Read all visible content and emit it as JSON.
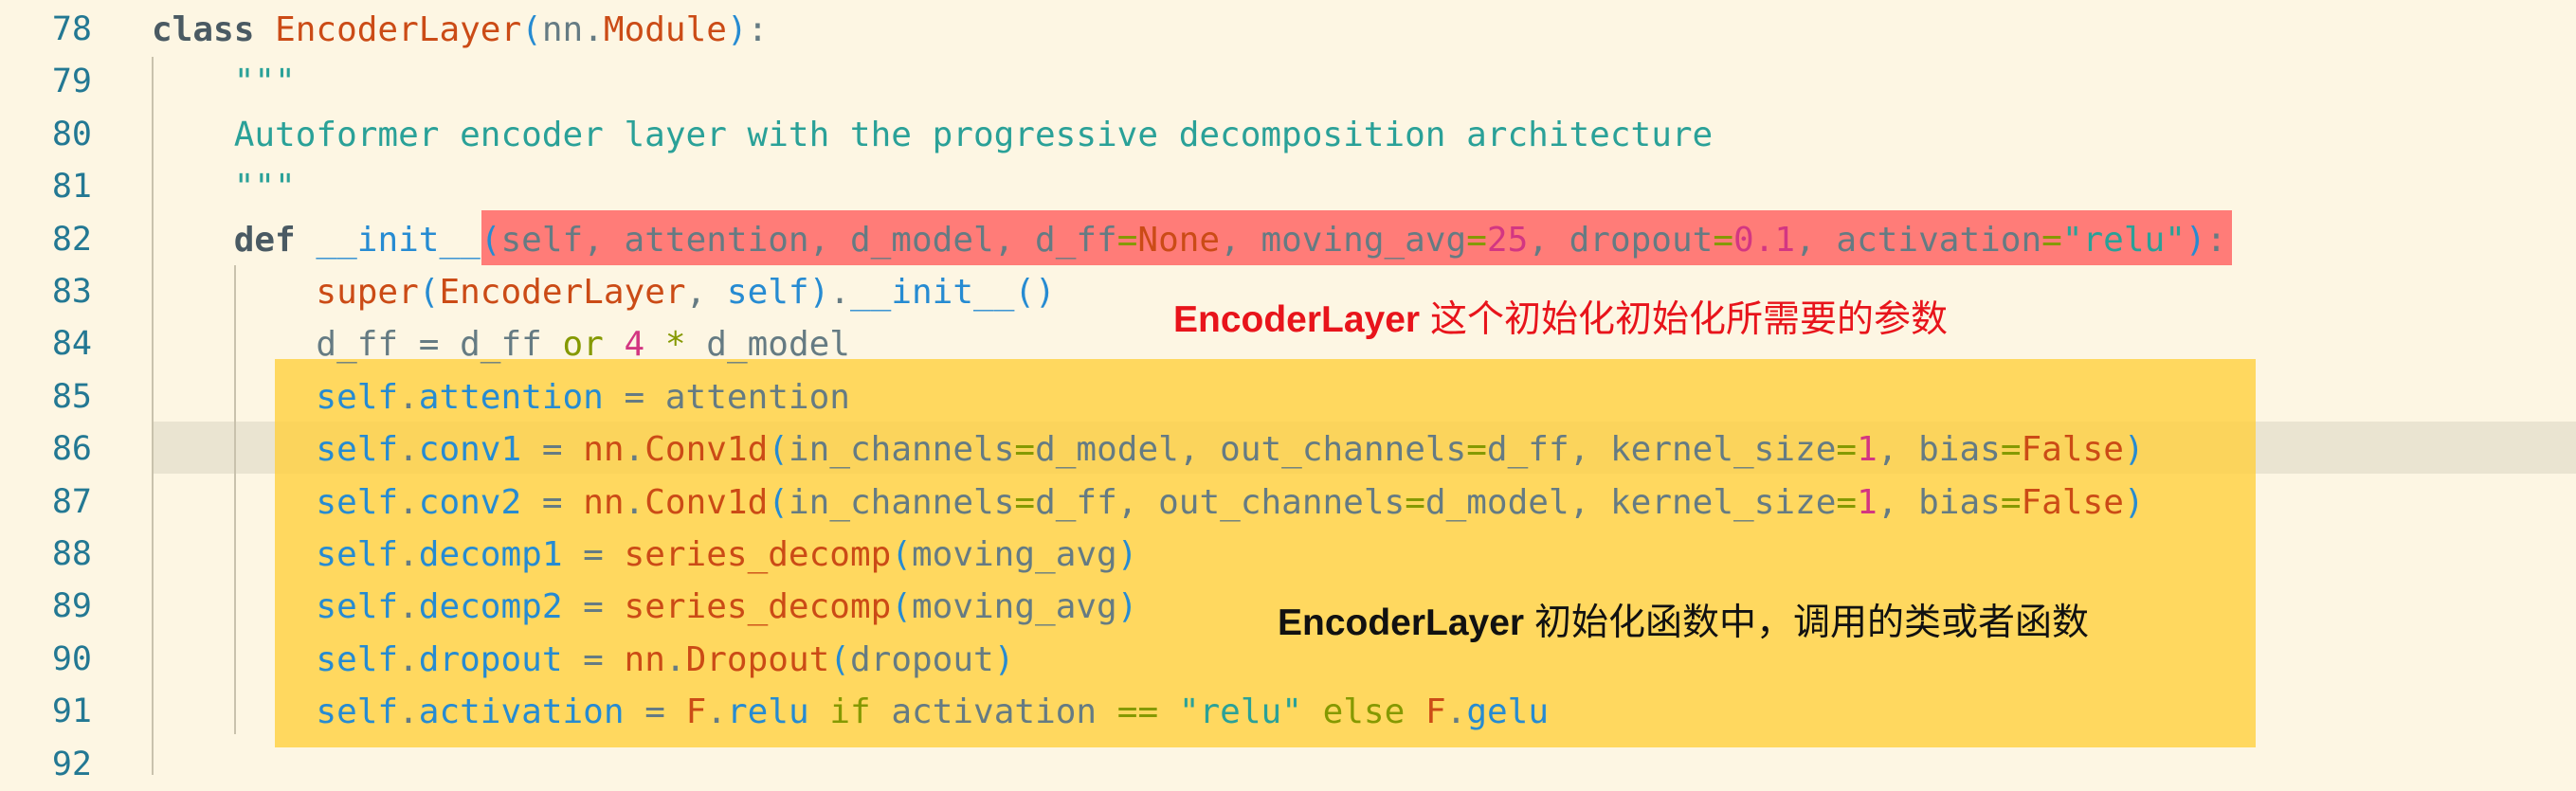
{
  "editor": {
    "line_numbers": [
      "78",
      "79",
      "80",
      "81",
      "82",
      "83",
      "84",
      "85",
      "86",
      "87",
      "88",
      "89",
      "90",
      "91",
      "92"
    ],
    "lines": [
      {
        "id": "78",
        "tokens": [
          {
            "t": "class",
            "c": "kw"
          },
          {
            "t": " "
          },
          {
            "t": "EncoderLayer",
            "c": "cls"
          },
          {
            "t": "(",
            "c": "paren"
          },
          {
            "t": "nn",
            "c": "var"
          },
          {
            "t": "."
          },
          {
            "t": "Module",
            "c": "cls"
          },
          {
            "t": ")",
            "c": "paren"
          },
          {
            "t": ":"
          }
        ]
      },
      {
        "id": "79",
        "tokens": [
          {
            "t": "    \"\"\"",
            "c": "doc"
          }
        ]
      },
      {
        "id": "80",
        "tokens": [
          {
            "t": "    Autoformer encoder layer with the progressive decomposition architecture",
            "c": "doc"
          }
        ]
      },
      {
        "id": "81",
        "tokens": [
          {
            "t": "    \"\"\"",
            "c": "doc"
          }
        ]
      },
      {
        "id": "82",
        "tokens": [
          {
            "t": "    "
          },
          {
            "t": "def",
            "c": "kw"
          },
          {
            "t": " "
          },
          {
            "t": "__init__",
            "c": "fn"
          },
          {
            "t": "(",
            "c": "paren"
          },
          {
            "t": "self, attention, d_model, d_ff",
            "c": "var"
          },
          {
            "t": "=",
            "c": "op"
          },
          {
            "t": "None",
            "c": "const"
          },
          {
            "t": ", moving_avg",
            "c": "var"
          },
          {
            "t": "=",
            "c": "op"
          },
          {
            "t": "25",
            "c": "num"
          },
          {
            "t": ", dropout",
            "c": "var"
          },
          {
            "t": "=",
            "c": "op"
          },
          {
            "t": "0.1",
            "c": "num"
          },
          {
            "t": ", activation",
            "c": "var"
          },
          {
            "t": "=",
            "c": "op"
          },
          {
            "t": "\"relu\"",
            "c": "str"
          },
          {
            "t": ")",
            "c": "paren"
          },
          {
            "t": ":"
          }
        ]
      },
      {
        "id": "83",
        "tokens": [
          {
            "t": "        "
          },
          {
            "t": "super",
            "c": "cls"
          },
          {
            "t": "(",
            "c": "paren"
          },
          {
            "t": "EncoderLayer",
            "c": "cls"
          },
          {
            "t": ", "
          },
          {
            "t": "self",
            "c": "slf"
          },
          {
            "t": ")",
            "c": "paren"
          },
          {
            "t": "."
          },
          {
            "t": "__init__",
            "c": "fn"
          },
          {
            "t": "()",
            "c": "paren"
          }
        ]
      },
      {
        "id": "84",
        "tokens": [
          {
            "t": "        d_ff = d_ff ",
            "c": "var"
          },
          {
            "t": "or",
            "c": "kw2"
          },
          {
            "t": " "
          },
          {
            "t": "4",
            "c": "num"
          },
          {
            "t": " "
          },
          {
            "t": "*",
            "c": "op"
          },
          {
            "t": " d_model",
            "c": "var"
          }
        ]
      },
      {
        "id": "85",
        "tokens": [
          {
            "t": "        "
          },
          {
            "t": "self",
            "c": "slf"
          },
          {
            "t": "."
          },
          {
            "t": "attention",
            "c": "attr"
          },
          {
            "t": " = attention",
            "c": "var"
          }
        ]
      },
      {
        "id": "86",
        "tokens": [
          {
            "t": "        "
          },
          {
            "t": "self",
            "c": "slf"
          },
          {
            "t": "."
          },
          {
            "t": "conv1",
            "c": "attr"
          },
          {
            "t": " = "
          },
          {
            "t": "nn",
            "c": "const"
          },
          {
            "t": "."
          },
          {
            "t": "Conv1d",
            "c": "cls"
          },
          {
            "t": "(",
            "c": "paren"
          },
          {
            "t": "in_channels",
            "c": "var"
          },
          {
            "t": "=",
            "c": "op"
          },
          {
            "t": "d_model, out_channels",
            "c": "var"
          },
          {
            "t": "=",
            "c": "op"
          },
          {
            "t": "d_ff, kernel_size",
            "c": "var"
          },
          {
            "t": "=",
            "c": "op"
          },
          {
            "t": "1",
            "c": "num"
          },
          {
            "t": ", bias",
            "c": "var"
          },
          {
            "t": "=",
            "c": "op"
          },
          {
            "t": "False",
            "c": "const"
          },
          {
            "t": ")",
            "c": "paren"
          }
        ]
      },
      {
        "id": "87",
        "tokens": [
          {
            "t": "        "
          },
          {
            "t": "self",
            "c": "slf"
          },
          {
            "t": "."
          },
          {
            "t": "conv2",
            "c": "attr"
          },
          {
            "t": " = "
          },
          {
            "t": "nn",
            "c": "const"
          },
          {
            "t": "."
          },
          {
            "t": "Conv1d",
            "c": "cls"
          },
          {
            "t": "(",
            "c": "paren"
          },
          {
            "t": "in_channels",
            "c": "var"
          },
          {
            "t": "=",
            "c": "op"
          },
          {
            "t": "d_ff, out_channels",
            "c": "var"
          },
          {
            "t": "=",
            "c": "op"
          },
          {
            "t": "d_model, kernel_size",
            "c": "var"
          },
          {
            "t": "=",
            "c": "op"
          },
          {
            "t": "1",
            "c": "num"
          },
          {
            "t": ", bias",
            "c": "var"
          },
          {
            "t": "=",
            "c": "op"
          },
          {
            "t": "False",
            "c": "const"
          },
          {
            "t": ")",
            "c": "paren"
          }
        ]
      },
      {
        "id": "88",
        "tokens": [
          {
            "t": "        "
          },
          {
            "t": "self",
            "c": "slf"
          },
          {
            "t": "."
          },
          {
            "t": "decomp1",
            "c": "attr"
          },
          {
            "t": " = "
          },
          {
            "t": "series_decomp",
            "c": "cls"
          },
          {
            "t": "(",
            "c": "paren"
          },
          {
            "t": "moving_avg",
            "c": "var"
          },
          {
            "t": ")",
            "c": "paren"
          }
        ]
      },
      {
        "id": "89",
        "tokens": [
          {
            "t": "        "
          },
          {
            "t": "self",
            "c": "slf"
          },
          {
            "t": "."
          },
          {
            "t": "decomp2",
            "c": "attr"
          },
          {
            "t": " = "
          },
          {
            "t": "series_decomp",
            "c": "cls"
          },
          {
            "t": "(",
            "c": "paren"
          },
          {
            "t": "moving_avg",
            "c": "var"
          },
          {
            "t": ")",
            "c": "paren"
          }
        ]
      },
      {
        "id": "90",
        "tokens": [
          {
            "t": "        "
          },
          {
            "t": "self",
            "c": "slf"
          },
          {
            "t": "."
          },
          {
            "t": "dropout",
            "c": "attr"
          },
          {
            "t": " = "
          },
          {
            "t": "nn",
            "c": "const"
          },
          {
            "t": "."
          },
          {
            "t": "Dropout",
            "c": "cls"
          },
          {
            "t": "(",
            "c": "paren"
          },
          {
            "t": "dropout",
            "c": "var"
          },
          {
            "t": ")",
            "c": "paren"
          }
        ]
      },
      {
        "id": "91",
        "tokens": [
          {
            "t": "        "
          },
          {
            "t": "self",
            "c": "slf"
          },
          {
            "t": "."
          },
          {
            "t": "activation",
            "c": "attr"
          },
          {
            "t": " = "
          },
          {
            "t": "F",
            "c": "const"
          },
          {
            "t": "."
          },
          {
            "t": "relu",
            "c": "attr"
          },
          {
            "t": " "
          },
          {
            "t": "if",
            "c": "kw2"
          },
          {
            "t": " activation ",
            "c": "var"
          },
          {
            "t": "==",
            "c": "op"
          },
          {
            "t": " "
          },
          {
            "t": "\"relu\"",
            "c": "str"
          },
          {
            "t": " "
          },
          {
            "t": "else",
            "c": "kw2"
          },
          {
            "t": " "
          },
          {
            "t": "F",
            "c": "const"
          },
          {
            "t": "."
          },
          {
            "t": "gelu",
            "c": "attr"
          }
        ]
      },
      {
        "id": "92",
        "tokens": []
      }
    ]
  },
  "annotations": {
    "red": {
      "bold": "EncoderLayer",
      "rest": " 这个初始化初始化所需要的参数"
    },
    "black": {
      "bold": "EncoderLayer",
      "rest": " 初始化函数中，调用的类或者函数"
    }
  },
  "colors": {
    "background": "#fdf6e3",
    "highlight_red": "#ff5a5a",
    "highlight_yellow": "#ffd142",
    "annotation_red": "#e8141b",
    "line_number": "#237893"
  }
}
